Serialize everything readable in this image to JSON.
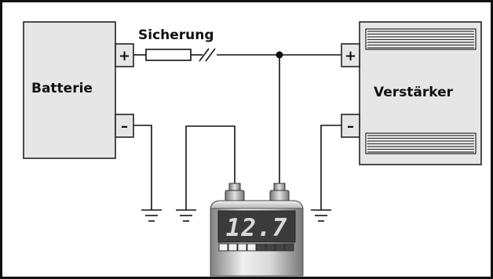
{
  "diagram": {
    "battery_label": "Batterie",
    "amplifier_label": "Verstärker",
    "fuse_label": "Sicherung",
    "plus_sign": "+",
    "minus_sign": "–",
    "display_value": "12.7",
    "colors": {
      "box_fill": "#e6e6e6",
      "box_stroke": "#222222",
      "wire": "#111111",
      "display_bg": "#3b3b3b",
      "display_digits": "#d9d9d9",
      "meter_body_light": "#e8e8e8",
      "meter_body_dark": "#8c8c8c"
    }
  }
}
